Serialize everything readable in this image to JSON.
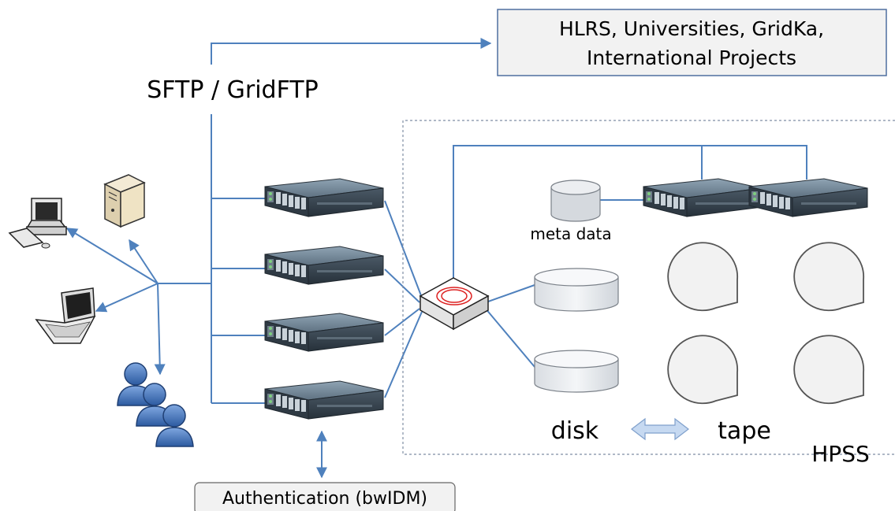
{
  "labels": {
    "external_sites_line1": "HLRS, Universities, GridKa,",
    "external_sites_line2": "International Projects",
    "protocol": "SFTP / GridFTP",
    "meta_data": "meta data",
    "disk": "disk",
    "tape": "tape",
    "hpss": "HPSS",
    "authentication": "Authentication (bwIDM)"
  },
  "colors": {
    "connector": "#4f81bd",
    "connector_light": "#5b86c0",
    "box_fill": "#f2f2f2",
    "box_stroke": "#4f6fa0",
    "server_dark": "#3d4852",
    "users_blue": "#3b6fb6"
  },
  "icons": [
    "desktop-computer-icon",
    "tower-server-icon",
    "laptop-icon",
    "users-group-icon",
    "rack-server-icon",
    "network-switch-icon",
    "database-icon",
    "disk-storage-icon",
    "tape-cartridge-icon",
    "bidirectional-arrow-icon"
  ]
}
